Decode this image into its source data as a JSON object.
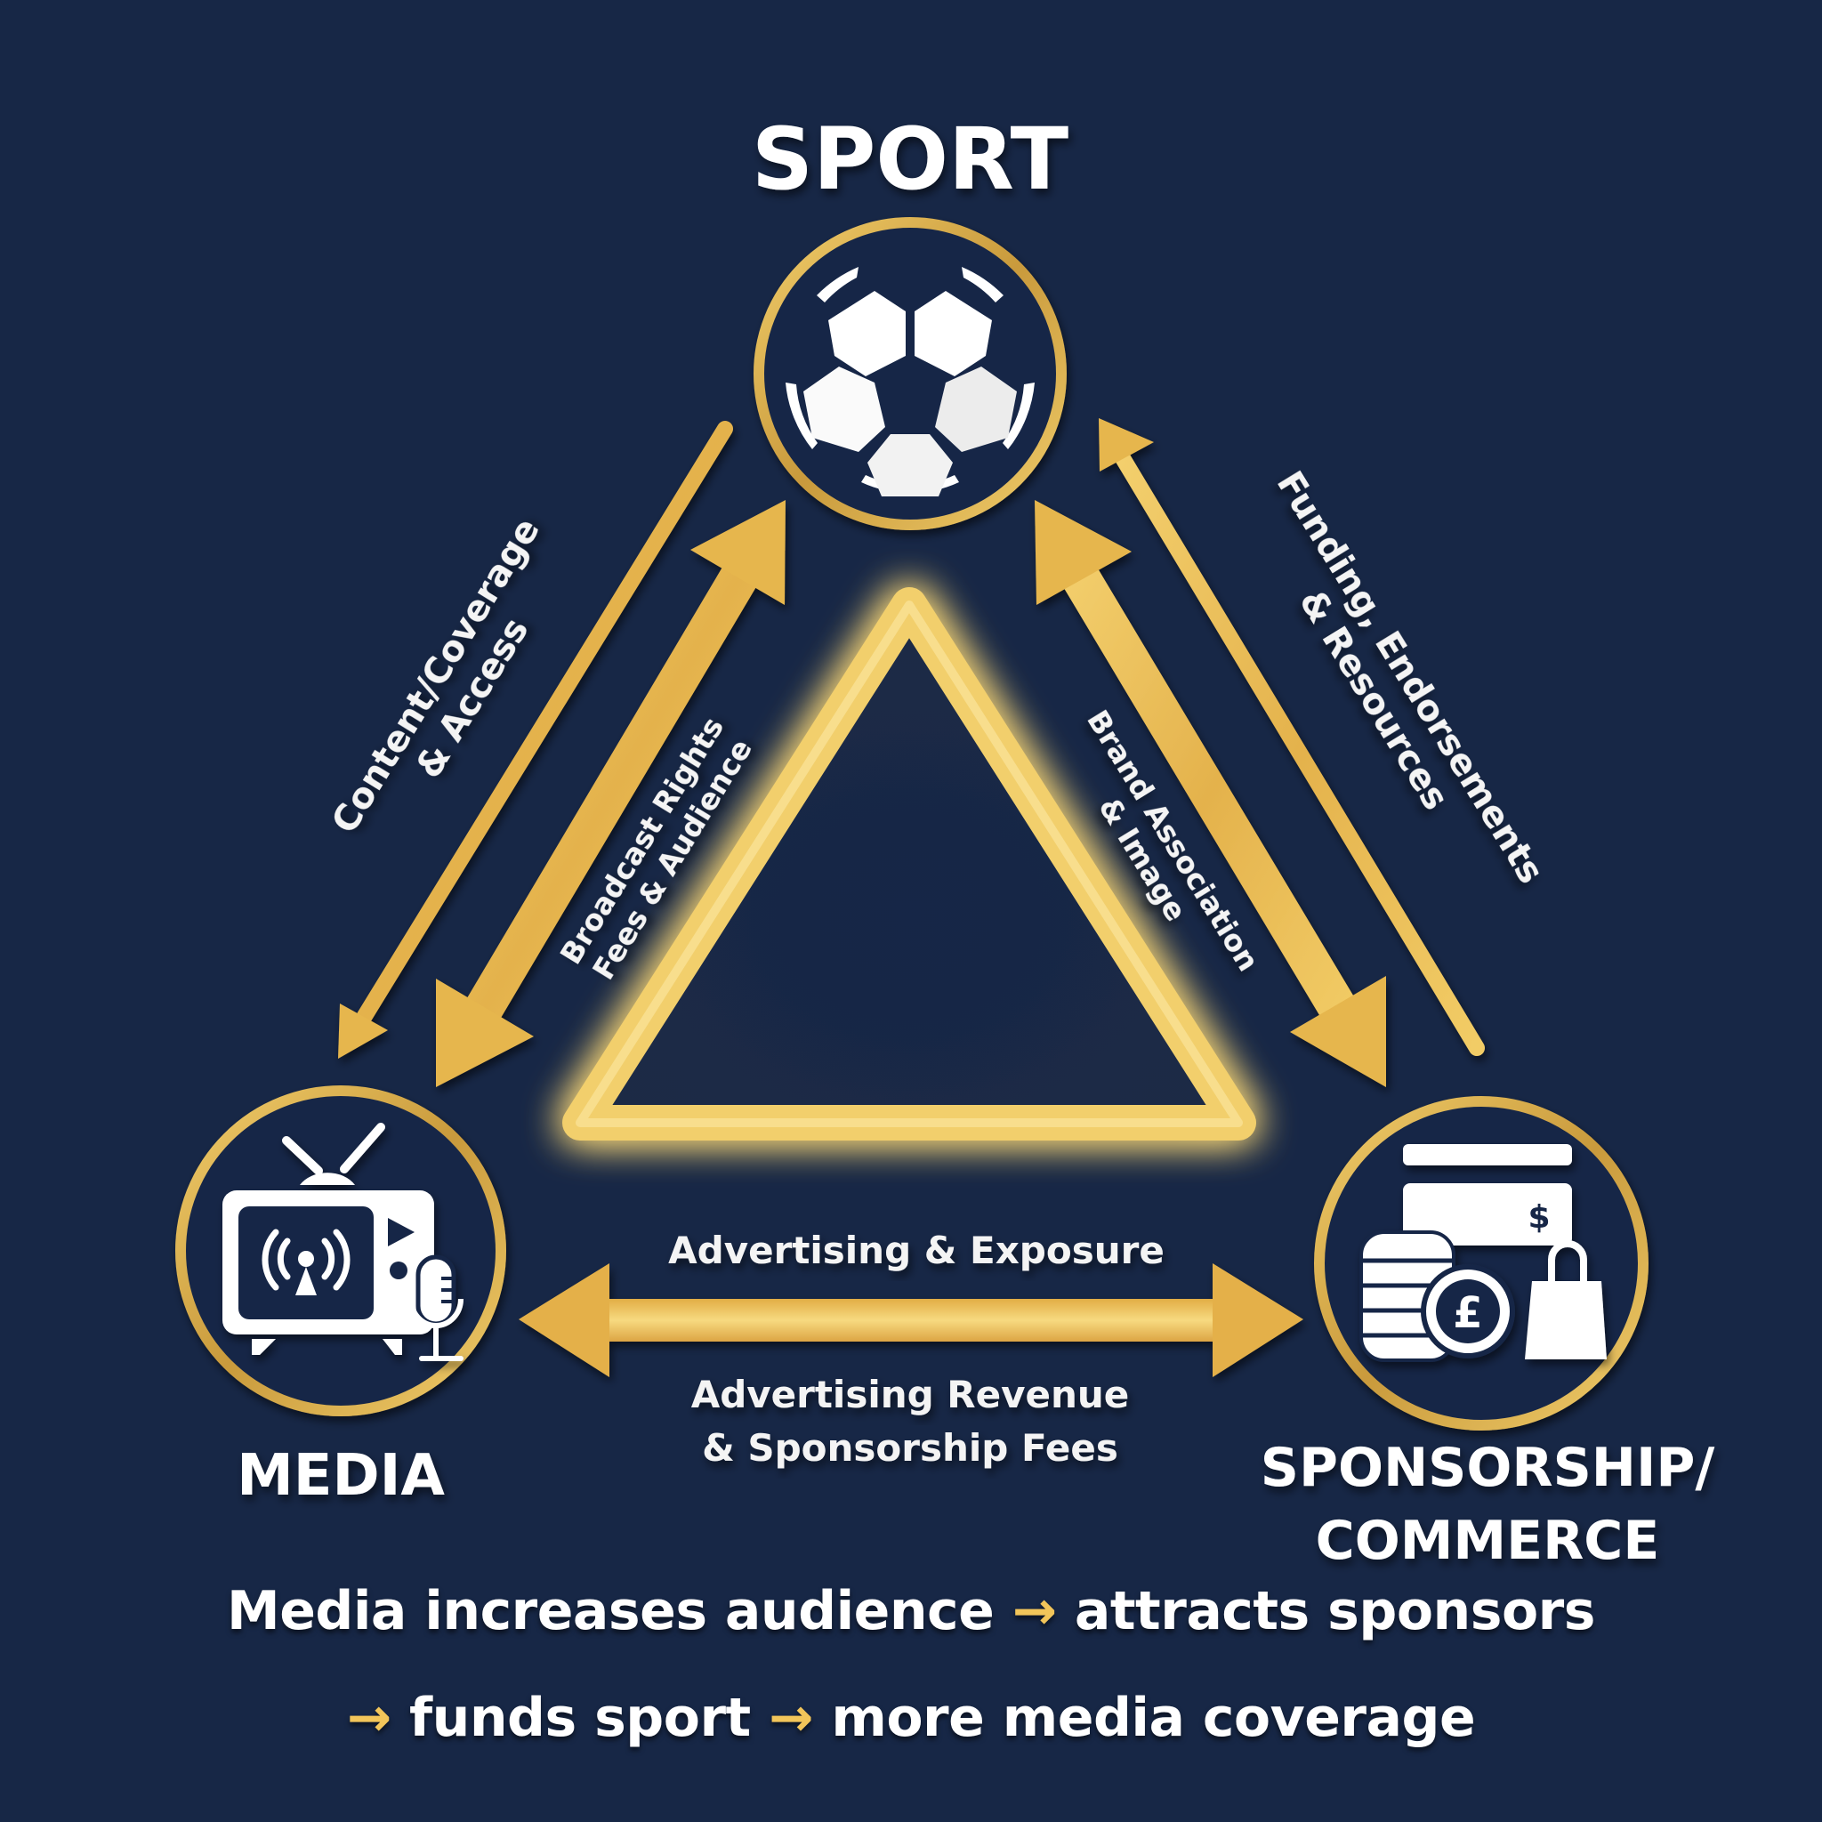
{
  "colors": {
    "background": "#172746",
    "gold": "#e7b94f",
    "gold_light": "#f6d77a",
    "text": "#ffffff"
  },
  "nodes": {
    "sport": {
      "label": "SPORT",
      "icon": "soccer-ball-icon"
    },
    "media": {
      "label": "MEDIA",
      "icon": "tv-broadcast-microphone-icon"
    },
    "commerce": {
      "label_line1": "SPONSORSHIP/",
      "label_line2": "COMMERCE",
      "icon": "money-card-coins-bag-icon"
    }
  },
  "flows": {
    "sport_to_media_outer": {
      "line1": "Content/Coverage",
      "line2": "& Access",
      "direction": "Sport → Media"
    },
    "media_sport_inner": {
      "line1": "Broadcast Rights",
      "line2": "Fees & Audience",
      "direction": "Media ↔ Sport"
    },
    "sport_commerce_inner": {
      "line1": "Brand Association",
      "line2": "& Image",
      "direction": "Sport ↔ Sponsorship/Commerce"
    },
    "commerce_to_sport_outer": {
      "line1": "Funding, Endorsements",
      "line2": "& Resources",
      "direction": "Sponsorship/Commerce → Sport"
    },
    "media_commerce_top": {
      "text": "Advertising & Exposure",
      "direction": "Media ↔ Sponsorship/Commerce"
    },
    "media_commerce_bottom": {
      "line1": "Advertising Revenue",
      "line2": "& Sponsorship Fees"
    }
  },
  "commerce_icon_symbols": {
    "dollar": "$",
    "pound": "£"
  },
  "summary": {
    "line1_a": "Media increases audience",
    "line1_b": "attracts sponsors",
    "line2_a": "funds sport",
    "line2_b": "more media coverage",
    "arrow": "→"
  }
}
